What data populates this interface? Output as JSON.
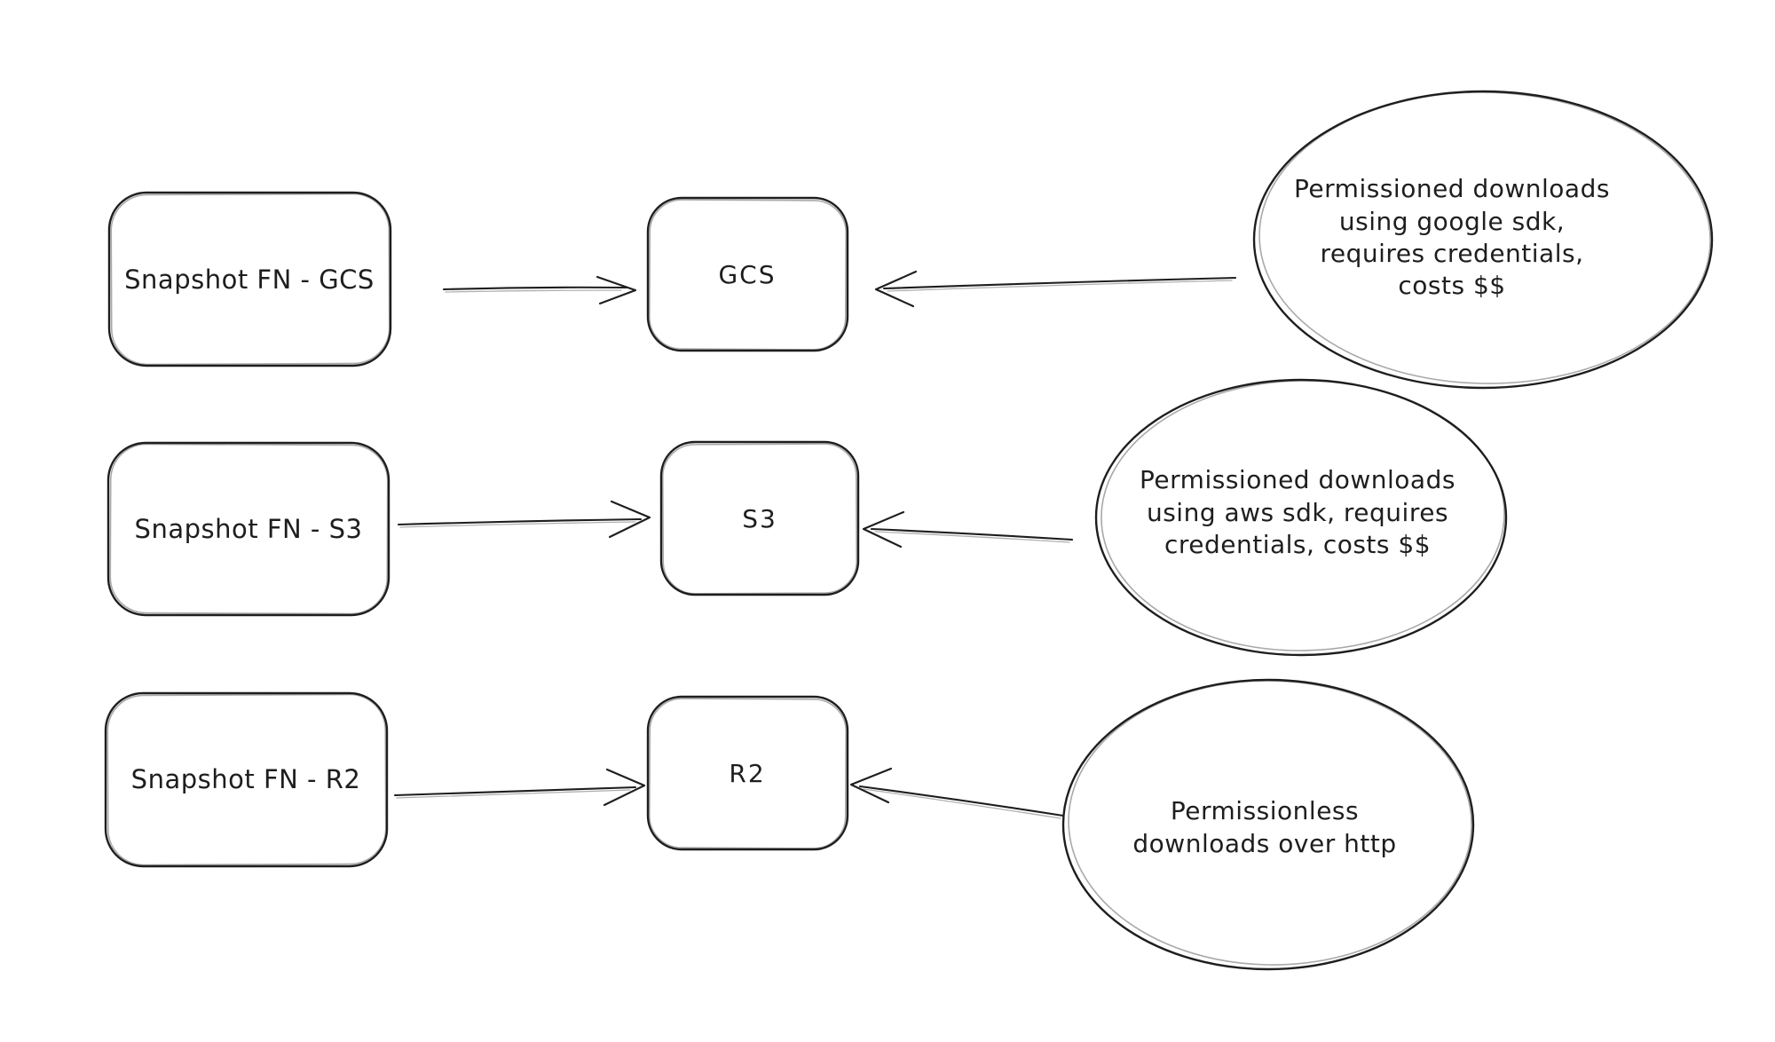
{
  "canvas": {
    "background_color": "#ffffff",
    "ink_color": "#1e1e1e"
  },
  "nodes": {
    "snapshot_gcs": {
      "label": "Snapshot FN - GCS"
    },
    "snapshot_s3": {
      "label": "Snapshot FN - S3"
    },
    "snapshot_r2": {
      "label": "Snapshot FN - R2"
    },
    "gcs": {
      "label": "GCS"
    },
    "s3": {
      "label": "S3"
    },
    "r2": {
      "label": "R2"
    }
  },
  "notes": {
    "gcs_note": {
      "lines": [
        "Permissioned downloads",
        "using google sdk,",
        "requires credentials,",
        "costs $$"
      ]
    },
    "s3_note": {
      "lines": [
        "Permissioned downloads",
        "using aws sdk, requires",
        "credentials, costs $$"
      ]
    },
    "r2_note": {
      "lines": [
        "Permissionless",
        "downloads over http"
      ]
    }
  },
  "edges": [
    {
      "from": "snapshot_gcs",
      "to": "gcs"
    },
    {
      "from": "gcs_note",
      "to": "gcs"
    },
    {
      "from": "snapshot_s3",
      "to": "s3"
    },
    {
      "from": "s3_note",
      "to": "s3"
    },
    {
      "from": "snapshot_r2",
      "to": "r2"
    },
    {
      "from": "r2_note",
      "to": "r2"
    }
  ]
}
